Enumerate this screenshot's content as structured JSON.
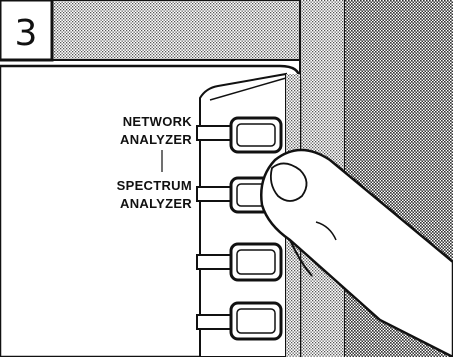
{
  "step": {
    "number": "3"
  },
  "keys": [
    {
      "label_lines": [
        "NETWORK",
        "ANALYZER"
      ],
      "pressed": false
    },
    {
      "label_lines": [
        "SPECTRUM",
        "ANALYZER"
      ],
      "pressed": true
    },
    {
      "label_lines": [],
      "pressed": false
    },
    {
      "label_lines": [],
      "pressed": false
    }
  ],
  "colors": {
    "ink": "#111111",
    "paper": "#ffffff",
    "screen_tone": "#cfcfcf"
  }
}
